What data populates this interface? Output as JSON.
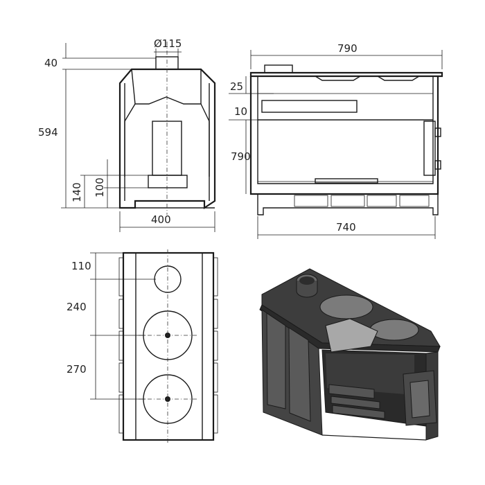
{
  "drawing": {
    "front_view": {
      "flue_diameter_label": "Ø115",
      "top_offset_label": "40",
      "height_label": "594",
      "lower_a_label": "140",
      "lower_b_label": "100",
      "width_label": "400"
    },
    "side_view": {
      "overall_length_label": "790",
      "top_inset_label": "25",
      "shelf_inset_label": "10",
      "height_label": "790",
      "base_length_label": "740"
    },
    "top_view": {
      "first_offset_label": "110",
      "second_offset_label": "240",
      "third_offset_label": "270"
    },
    "isometric_view": {
      "illustration": "stove-3d-cutaway"
    },
    "colors": {
      "line": "#1a1a1a",
      "metal_dark": "#3a3a3a",
      "metal_mid": "#555555",
      "metal_light": "#8a8a8a",
      "plate": "#9a9a9a"
    }
  }
}
